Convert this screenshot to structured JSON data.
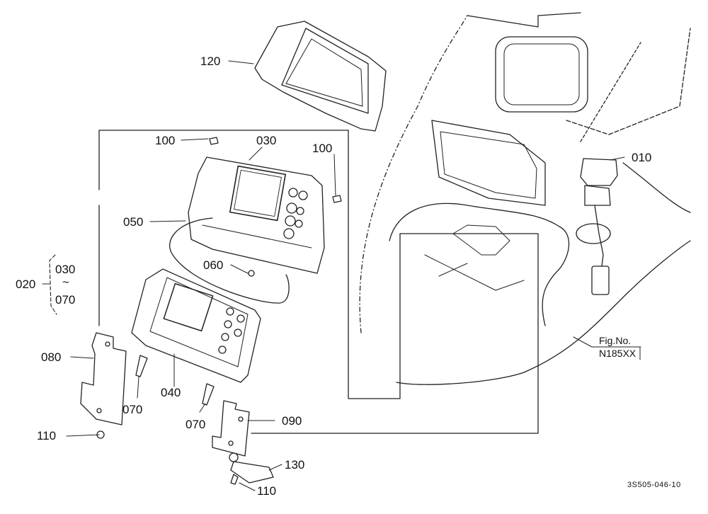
{
  "labels": {
    "p010": "010",
    "p020": "020",
    "p030": "030",
    "p030_range_start": "030",
    "range_tilde": "~",
    "p070_range_end": "070",
    "p040": "040",
    "p050": "050",
    "p060": "060",
    "p070a": "070",
    "p070b": "070",
    "p080": "080",
    "p090": "090",
    "p100a": "100",
    "p100b": "100",
    "p110a": "110",
    "p110b": "110",
    "p120": "120",
    "p130": "130",
    "fig_ref_line1": "Fig.No.",
    "fig_ref_line2": "N185XX",
    "drawing_id": "3S505-046-10"
  }
}
